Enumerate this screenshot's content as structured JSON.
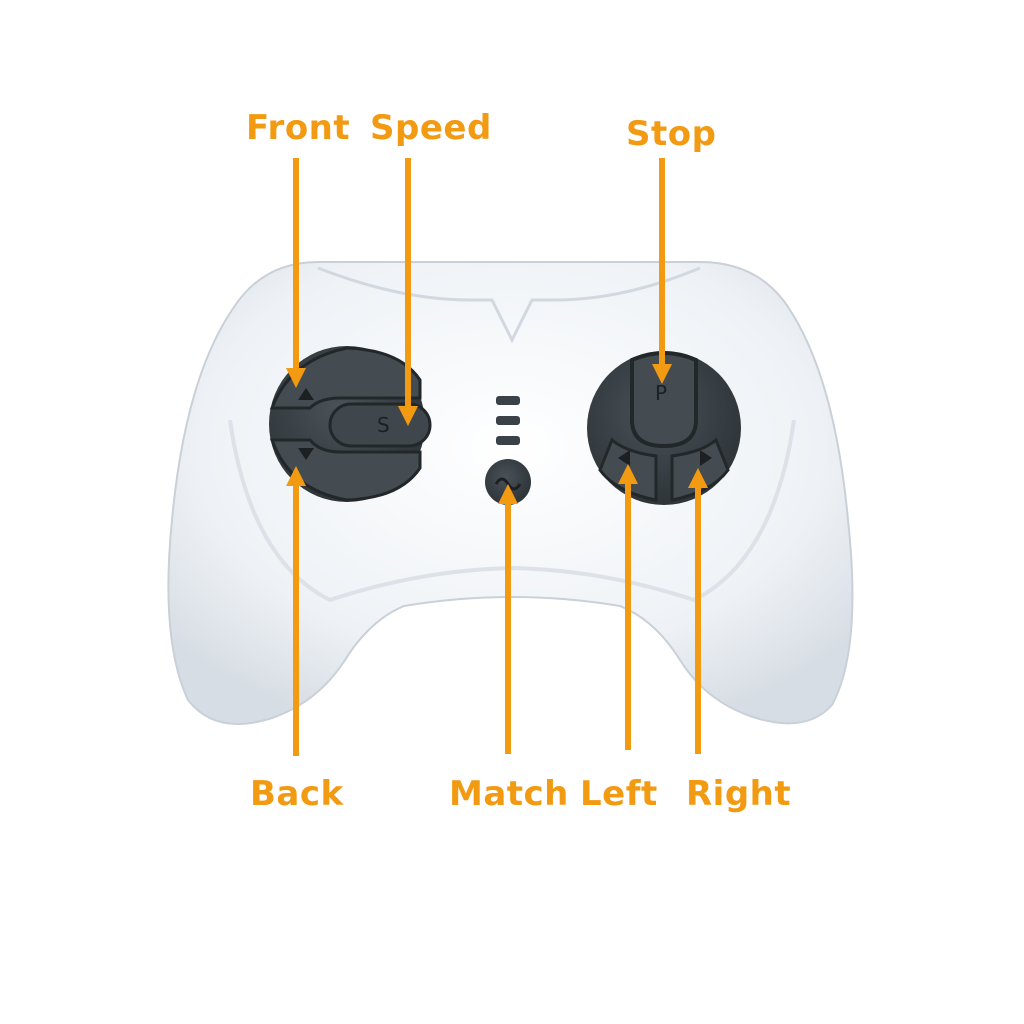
{
  "colors": {
    "callout": "#f29a12",
    "controller_body": "#f2f5f8",
    "buttons": "#3b4247",
    "button_marks": "#1c2023"
  },
  "icons": {
    "up_arrow": "triangle-up-icon",
    "down_arrow": "triangle-down-icon",
    "left_arrow": "triangle-left-icon",
    "right_arrow": "triangle-right-icon",
    "match": "wave-icon",
    "indicator": "led-bars-icon"
  },
  "button_marks": {
    "speed": "S",
    "stop": "P"
  },
  "callouts": {
    "front": "Front",
    "speed": "Speed",
    "stop": "Stop",
    "back": "Back",
    "match": "Match",
    "left": "Left",
    "right": "Right"
  }
}
